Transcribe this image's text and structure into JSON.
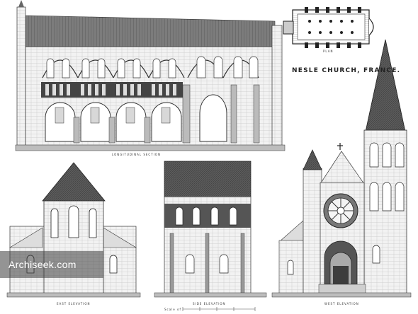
{
  "sheet": {
    "title": "NESLE CHURCH, FRANCE.",
    "captions": {
      "plan": "PLAN",
      "longitudinal": "LONGITUDINAL SECTION",
      "east": "EAST ELEVATION",
      "side": "SIDE ELEVATION",
      "west": "WEST ELEVATION",
      "scale": "Scale of"
    }
  },
  "watermark": {
    "text": "Archiseek.com"
  },
  "colors": {
    "ink": "#2a2a2a",
    "hatch": "#8a8a8a",
    "paper": "#ffffff",
    "shade": "#5a5a5a"
  }
}
